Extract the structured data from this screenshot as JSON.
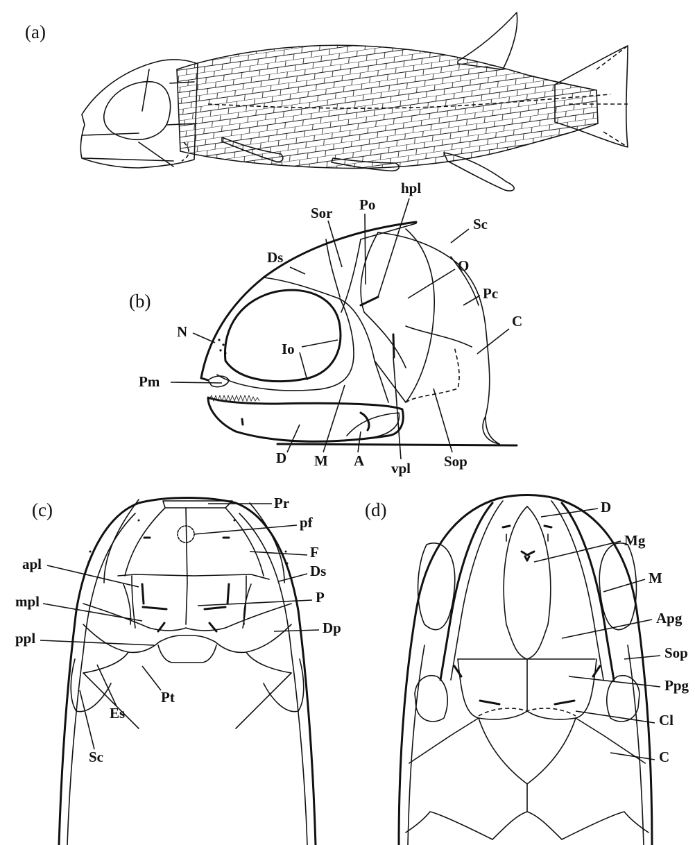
{
  "panels": [
    {
      "id": "a",
      "label": "(a)"
    },
    {
      "id": "b",
      "label": "(b)"
    },
    {
      "id": "c",
      "label": "(c)"
    },
    {
      "id": "d",
      "label": "(d)"
    }
  ],
  "labels_b": {
    "Sor": "Sor",
    "Po": "Po",
    "hpl": "hpl",
    "Sc": "Sc",
    "Ds": "Ds",
    "O": "O",
    "Pc": "Pc",
    "N": "N",
    "Io": "Io",
    "C": "C",
    "Pm": "Pm",
    "D": "D",
    "M": "M",
    "A": "A",
    "vpl": "vpl",
    "Sop": "Sop"
  },
  "labels_c": {
    "Pr": "Pr",
    "pf": "pf",
    "F": "F",
    "Ds": "Ds",
    "apl": "apl",
    "P": "P",
    "mpl": "mpl",
    "Dp": "Dp",
    "ppl": "ppl",
    "Es": "Es",
    "Pt": "Pt",
    "Sc": "Sc"
  },
  "labels_d": {
    "D": "D",
    "Mg": "Mg",
    "M": "M",
    "Apg": "Apg",
    "Sop": "Sop",
    "Ppg": "Ppg",
    "Cl": "Cl",
    "C": "C"
  }
}
